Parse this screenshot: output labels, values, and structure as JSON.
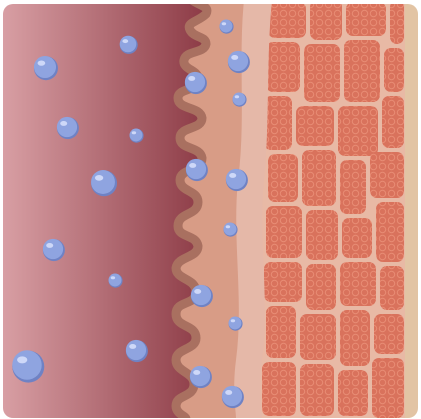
{
  "illustration": {
    "subject": "tissue-cross-section",
    "colors": {
      "lumen_left": "#D9A0A5",
      "lumen_right": "#8C3A45",
      "inner_wall": "#A97060",
      "wall_layer": "#D89C86",
      "outer_band": "#E5B8A8",
      "cell_fill": "#D9725C",
      "cell_pattern": "#E88C74",
      "cell_gap": "#E8B9A5",
      "right_strip": "#E2C4A4",
      "bubble_fill": "#8FA4E0",
      "bubble_shadow": "#6F82C4",
      "bubble_highlight": "#D9E2FB"
    },
    "lumen_bubbles": [
      {
        "id": "b1"
      },
      {
        "id": "b2"
      },
      {
        "id": "b3"
      },
      {
        "id": "b4"
      },
      {
        "id": "b5"
      },
      {
        "id": "b6"
      },
      {
        "id": "b7"
      },
      {
        "id": "b8"
      },
      {
        "id": "b9"
      }
    ],
    "wall_bubbles": [
      {
        "id": "w1"
      },
      {
        "id": "w2"
      },
      {
        "id": "w3"
      },
      {
        "id": "w4"
      },
      {
        "id": "w5"
      },
      {
        "id": "w6"
      },
      {
        "id": "w7"
      },
      {
        "id": "w8"
      },
      {
        "id": "w9"
      },
      {
        "id": "w10"
      },
      {
        "id": "w11"
      }
    ]
  }
}
